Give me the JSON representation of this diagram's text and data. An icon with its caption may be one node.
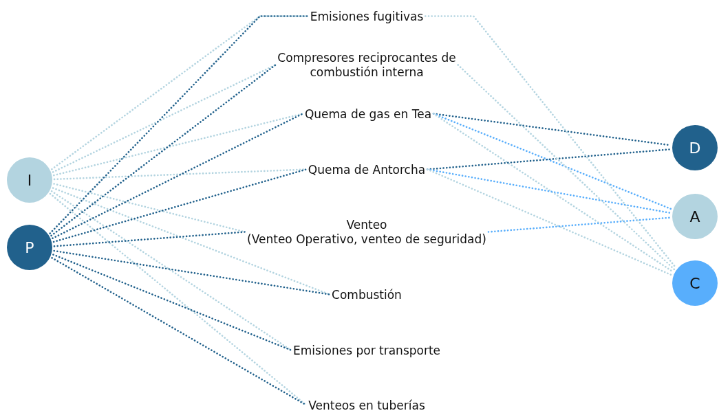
{
  "diagram": {
    "nodes": [
      {
        "text": [
          "I"
        ]
      },
      {
        "text": [
          "P"
        ]
      },
      {
        "text": [
          "Emisiones fugitivas"
        ]
      },
      {
        "text": [
          "Compresores reciprocantes de combustión interna"
        ]
      },
      {
        "text": [
          "Quema de gas en Tea"
        ]
      },
      {
        "text": [
          "Quema de Antorcha"
        ]
      },
      {
        "text": [
          "Venteo",
          "(Venteo Operativo, venteo de seguridad)"
        ]
      },
      {
        "text": [
          "Combustión"
        ]
      },
      {
        "text": [
          "Emisiones por transporte"
        ]
      },
      {
        "text": [
          "Venteos en tuberías"
        ]
      },
      {
        "text": [
          "D"
        ]
      },
      {
        "text": [
          "A"
        ]
      },
      {
        "text": [
          "C"
        ]
      }
    ],
    "edges": [
      {
        "from": 0,
        "to": 2,
        "arrow": "none"
      },
      {
        "from": 0,
        "to": 3,
        "arrow": "none"
      },
      {
        "from": 0,
        "to": 4,
        "arrow": "none"
      },
      {
        "from": 0,
        "to": 5,
        "arrow": "none"
      },
      {
        "from": 0,
        "to": 6,
        "arrow": "none"
      },
      {
        "from": 0,
        "to": 7,
        "arrow": "none"
      },
      {
        "from": 0,
        "to": 8,
        "arrow": "none"
      },
      {
        "from": 0,
        "to": 9,
        "arrow": "none"
      },
      {
        "from": 1,
        "to": 2,
        "arrow": "none",
        "color": "#21618c"
      },
      {
        "from": 1,
        "to": 3,
        "arrow": "none",
        "color": "#21618c"
      },
      {
        "from": 1,
        "to": 4,
        "arrow": "none",
        "color": "#21618c"
      },
      {
        "from": 1,
        "to": 5,
        "arrow": "none",
        "color": "#21618c"
      },
      {
        "from": 1,
        "to": 6,
        "arrow": "none",
        "color": "#21618c"
      },
      {
        "from": 1,
        "to": 7,
        "arrow": "none",
        "color": "#21618c"
      },
      {
        "from": 1,
        "to": 8,
        "arrow": "none",
        "color": "#21618c"
      },
      {
        "from": 1,
        "to": 9,
        "arrow": "none",
        "color": "#21618c"
      },
      {
        "from": 4,
        "to": 10,
        "arrow": "none",
        "color": "#21618c"
      },
      {
        "from": 4,
        "to": 11,
        "arrow": "none",
        "color": "#58aefc"
      },
      {
        "from": 4,
        "to": 12,
        "arrow": "none"
      },
      {
        "from": 5,
        "to": 10,
        "arrow": "none",
        "color": "#21618c"
      },
      {
        "from": 5,
        "to": 11,
        "arrow": "none",
        "color": "#58aefc"
      },
      {
        "from": 5,
        "to": 12,
        "arrow": "none"
      },
      {
        "from": 6,
        "to": 11,
        "arrow": "none",
        "color": "#58aefc"
      },
      {
        "from": 2,
        "to": 12,
        "arrow": "none"
      },
      {
        "from": 3,
        "to": 12,
        "arrow": "none"
      }
    ]
  }
}
